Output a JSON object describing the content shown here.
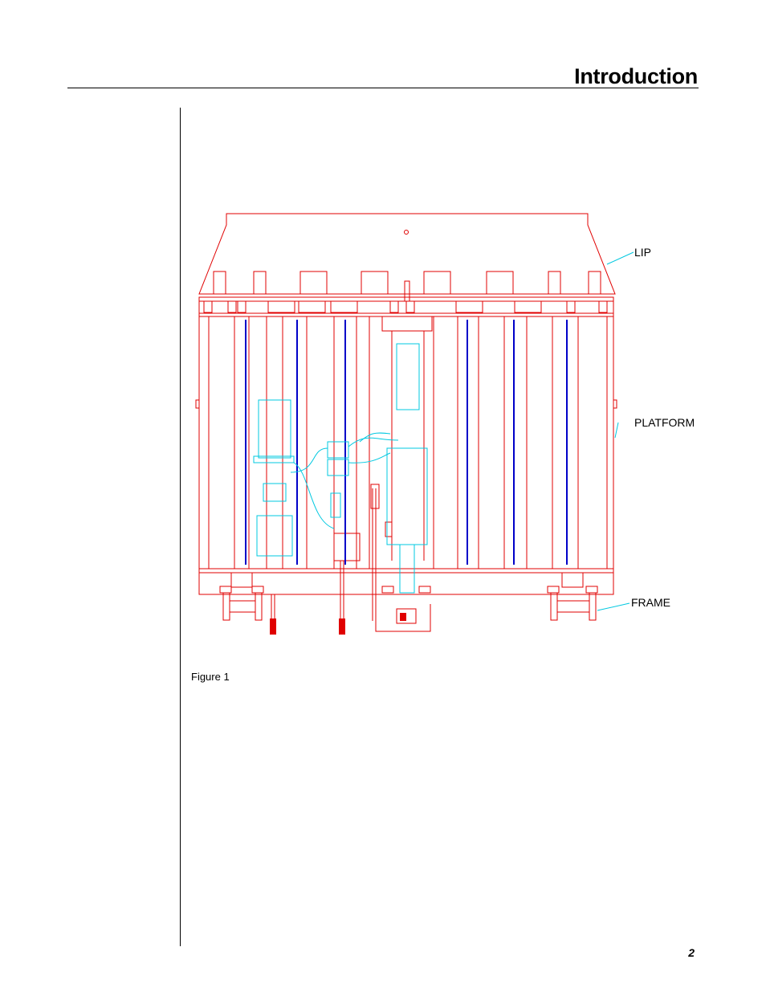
{
  "header": {
    "title": "Introduction"
  },
  "figure": {
    "labels": {
      "lip": "LIP",
      "platform": "PLATFORM",
      "frame": "FRAME"
    },
    "caption": "Figure 1",
    "colors": {
      "structure": "#e00000",
      "hydraulics": "#00c8e0",
      "beams": "#0000c8",
      "label_leader": "#00c8e0"
    }
  },
  "footer": {
    "page_number": "2"
  }
}
